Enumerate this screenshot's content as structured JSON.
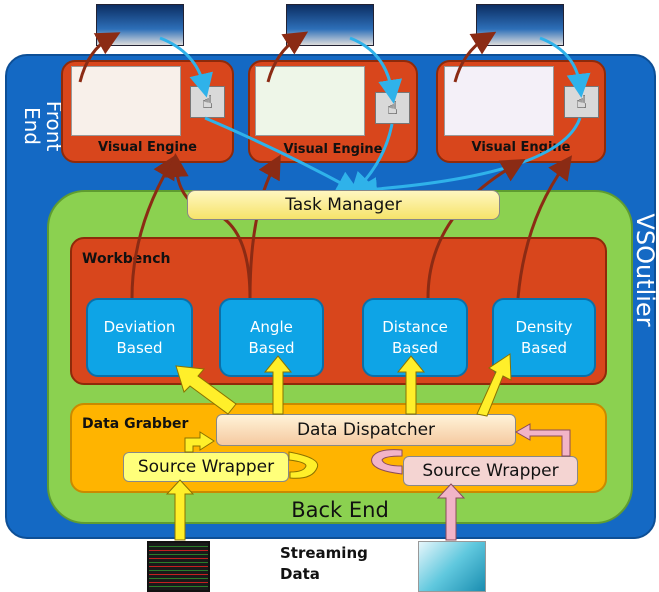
{
  "front_end_label": "Front End",
  "vsoutlier_label": "VSOutlier",
  "visual_engines": [
    {
      "title": "Visual Engine"
    },
    {
      "title": "Visual Engine"
    },
    {
      "title": "Visual Engine"
    }
  ],
  "task_manager": "Task Manager",
  "workbench": {
    "label": "Workbench",
    "algorithms": [
      {
        "line1": "Deviation",
        "line2": "Based"
      },
      {
        "line1": "Angle",
        "line2": "Based"
      },
      {
        "line1": "Distance",
        "line2": "Based"
      },
      {
        "line1": "Density",
        "line2": "Based"
      }
    ]
  },
  "data_grabber": {
    "label": "Data Grabber",
    "dispatcher": "Data Dispatcher",
    "source_wrapper_left": "Source Wrapper",
    "source_wrapper_right": "Source Wrapper"
  },
  "back_end_label": "Back End",
  "streaming_label": {
    "line1": "Streaming",
    "line2": "Data"
  },
  "colors": {
    "outer_blue": "#1469c4",
    "engine_red": "#d8461c",
    "green_panel": "#8bd150",
    "algo_blue": "#0ea4e6",
    "grabber_orange": "#ffb400",
    "arrow_brown": "#8b2b14",
    "arrow_cyan": "#2fb2ea",
    "arrow_yellow": "#ffef2a",
    "arrow_pink": "#f2b4c7"
  },
  "icons": {
    "hand_cursor": "hand-pointer-icon",
    "user_image": "user-photo",
    "stock_ticker": "stock-ticker-image",
    "media_stream": "media-stream-image"
  }
}
